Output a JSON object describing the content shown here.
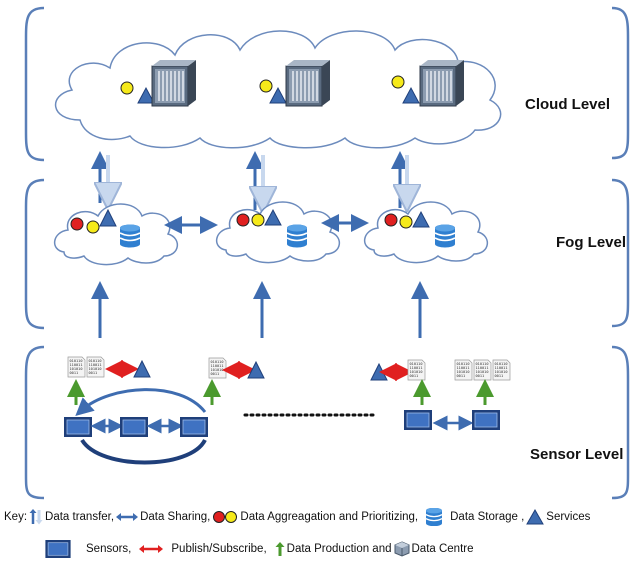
{
  "levels": {
    "cloud": "Cloud Level",
    "fog": "Fog Level",
    "sensor": "Sensor Level"
  },
  "key": {
    "prefix": "Key:",
    "data_transfer": "Data transfer,",
    "data_sharing": "Data Sharing,",
    "aggregation": "Data Aggreagation and Prioritizing,",
    "storage": "Data Storage ,",
    "services": "Services",
    "sensors": "Sensors,",
    "pubsub": "Publish/Subscribe,",
    "production": "Data Production and",
    "data_centre": "Data Centre"
  },
  "binary_text": [
    "010110",
    "110011",
    "101010",
    "0011"
  ],
  "colors": {
    "blue": "#3e6cb0",
    "dark_blue": "#1f3f7a",
    "red": "#e02020",
    "yellow": "#f6ea1a",
    "green": "#4b9a2e",
    "light_blue": "#c8d8ee",
    "sensor_fill": "#3f72c2",
    "cloud_stroke": "#6c8bbd"
  },
  "icons": [
    "cloud-shape",
    "server-rack-icon",
    "database-icon",
    "triangle-service-icon",
    "sensor-box-icon",
    "binary-document-icon"
  ]
}
